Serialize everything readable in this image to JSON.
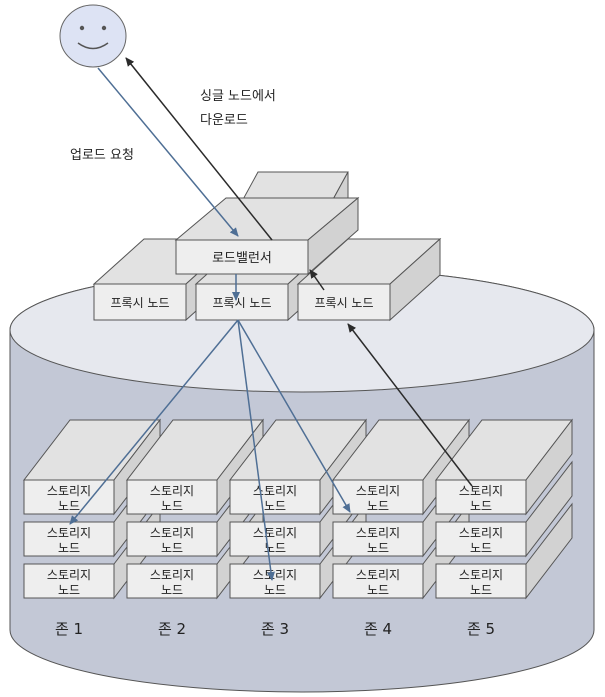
{
  "user": {
    "icon": "smiley-face-icon"
  },
  "annotations": {
    "upload_request": "업로드 요청",
    "download_line1": "싱글 노드에서",
    "download_line2": "다운로드"
  },
  "load_balancer": {
    "label": "로드밸런서"
  },
  "proxies": [
    {
      "label": "프록시 노드"
    },
    {
      "label": "프록시 노드"
    },
    {
      "label": "프록시 노드"
    }
  ],
  "storage_node": {
    "line1": "스토리지",
    "line2": "노드"
  },
  "zones": [
    {
      "label": "존 1"
    },
    {
      "label": "존 2"
    },
    {
      "label": "존 3"
    },
    {
      "label": "존 4"
    },
    {
      "label": "존 5"
    }
  ],
  "colors": {
    "cylinder_fill": "#c3c8d6",
    "cylinder_top": "#e6e8ee",
    "box_face": "#eeeeee",
    "box_side": "#d2d2d2",
    "box_top": "#e2e2e2",
    "upload_arrow": "#4f6f95",
    "download_arrow": "#2b2b2b",
    "face": "#dde3f4"
  }
}
